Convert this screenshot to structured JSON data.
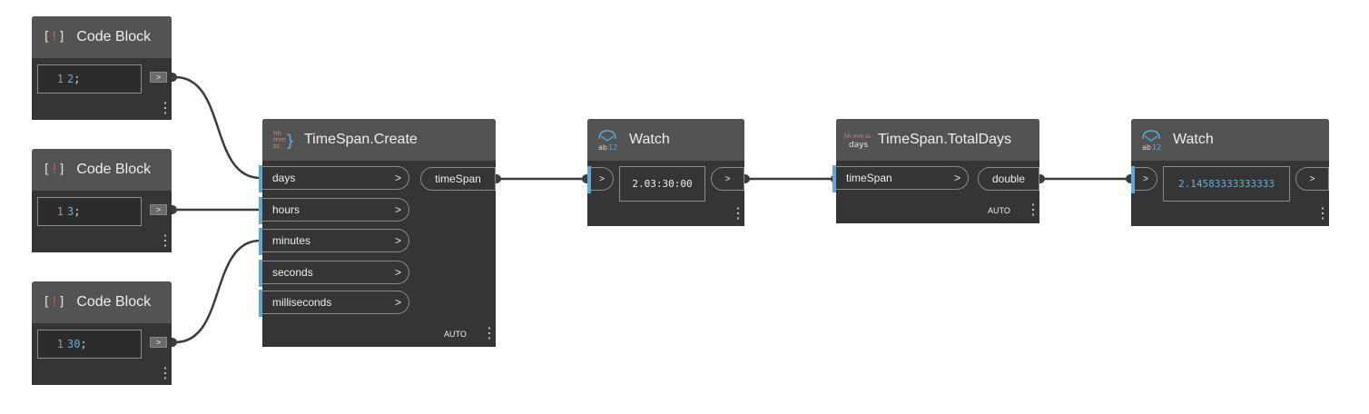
{
  "code_blocks": [
    {
      "title": "Code Block",
      "line_number": "1",
      "value": "2",
      "terminator": ";"
    },
    {
      "title": "Code Block",
      "line_number": "1",
      "value": "3",
      "terminator": ";"
    },
    {
      "title": "Code Block",
      "line_number": "1",
      "value": "30",
      "terminator": ";"
    }
  ],
  "code_block_icon": {
    "left": "[",
    "mid": "!",
    "right": "]"
  },
  "timespan_create": {
    "title": "TimeSpan.Create",
    "inputs": [
      "days",
      "hours",
      "minutes",
      "seconds",
      "milliseconds"
    ],
    "output": "timeSpan",
    "lacing": "AUTO"
  },
  "watch_1": {
    "title": "Watch",
    "value": "2.03:30:00"
  },
  "timespan_totaldays": {
    "title": "TimeSpan.TotalDays",
    "inputs": [
      "timeSpan"
    ],
    "output": "double",
    "lacing": "AUTO"
  },
  "watch_2": {
    "title": "Watch",
    "value": "2.14583333333333"
  },
  "glyphs": {
    "chevron": ">",
    "kebab": "⋮"
  },
  "icons": {
    "watch": "watch-icon",
    "timespan": "timespan-icon",
    "code_block": "code-block-icon"
  },
  "colors": {
    "node_body": "#353535",
    "node_header": "#535353",
    "port_accent": "#5fa9d6",
    "number_text": "#5fb0e6",
    "canvas": "#ffffff"
  }
}
